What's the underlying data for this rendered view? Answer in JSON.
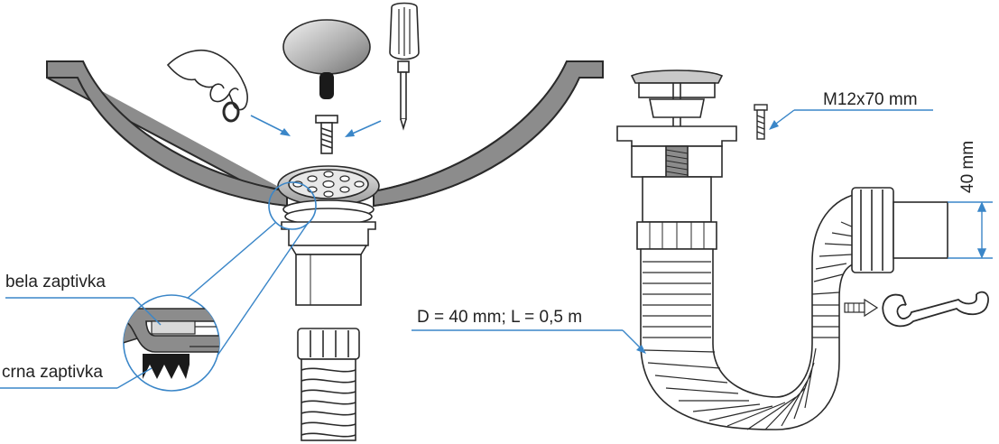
{
  "labels": {
    "bela_zaptivka": "bela zaptivka",
    "crna_zaptivka": "crna zaptivka",
    "hose_dimensions": "D = 40 mm; L = 0,5 m",
    "screw_size": "M12x70 mm",
    "outlet_diameter": "40 mm"
  },
  "colors": {
    "line": "#2a2a2a",
    "callout": "#3a86c8",
    "sink": "#8c8c8c",
    "rubber": "#1a1a1a",
    "white_gasket": "#d9d9d9"
  },
  "icons": [
    "hand-with-ring-icon",
    "stopper-plug-icon",
    "screwdriver-icon",
    "screw-icon",
    "arrow-icon",
    "clip-icon"
  ]
}
